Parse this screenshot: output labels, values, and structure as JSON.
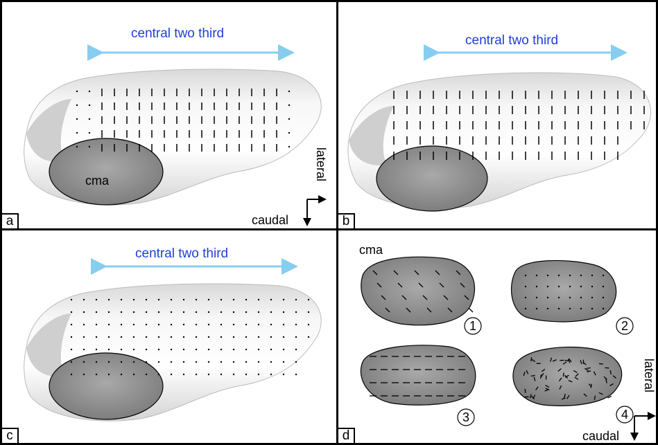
{
  "panels": {
    "a": {
      "tag": "a",
      "central": "central two third",
      "region": "cma",
      "lateral": "lateral",
      "caudal": "caudal"
    },
    "b": {
      "tag": "b",
      "central": "central two third"
    },
    "c": {
      "tag": "c",
      "central": "central two third"
    },
    "d": {
      "tag": "d",
      "title": "cma",
      "n1": "1",
      "n2": "2",
      "n3": "3",
      "n4": "4",
      "lateral": "lateral",
      "caudal": "caudal"
    }
  },
  "colors": {
    "arrow": "#87cdf0",
    "text_blue": "#1f3fd6",
    "cma_fill": "#8c8c8c"
  }
}
